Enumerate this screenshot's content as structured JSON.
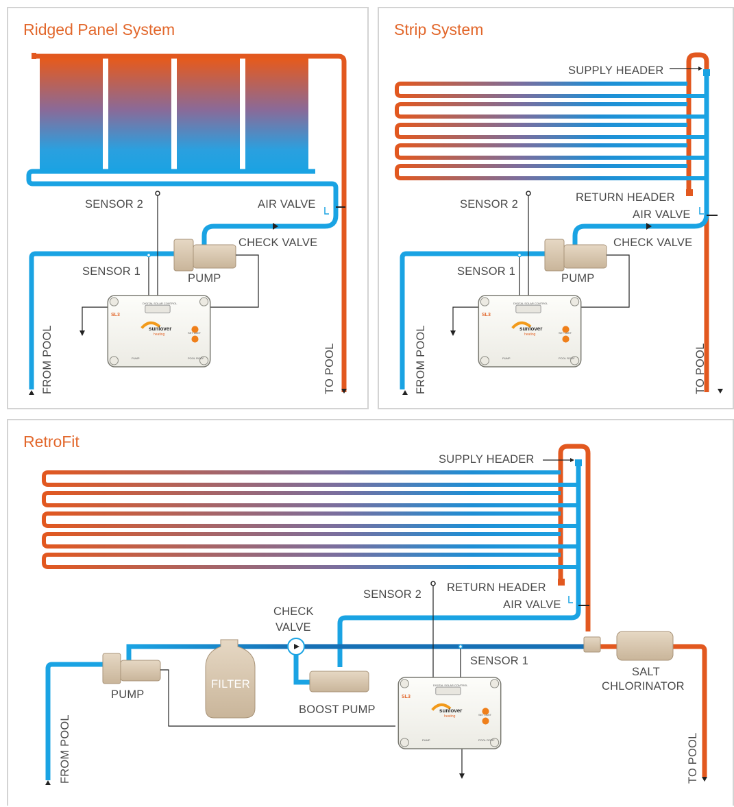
{
  "colors": {
    "hot": "#e2581f",
    "cold": "#1aa3e3",
    "equipment": "#d8c6ad",
    "frame": "#d3d3d3",
    "title": "#e2672b"
  },
  "panels": {
    "ridged": {
      "title": "Ridged Panel System",
      "labels": {
        "sensor2": "SENSOR 2",
        "air_valve": "AIR VALVE",
        "check_valve": "CHECK VALVE",
        "sensor1": "SENSOR 1",
        "pump": "PUMP",
        "from_pool": "FROM POOL",
        "to_pool": "TO POOL"
      }
    },
    "strip": {
      "title": "Strip System",
      "labels": {
        "supply_header": "SUPPLY HEADER",
        "return_header": "RETURN HEADER",
        "sensor2": "SENSOR 2",
        "air_valve": "AIR VALVE",
        "check_valve": "CHECK VALVE",
        "sensor1": "SENSOR 1",
        "pump": "PUMP",
        "from_pool": "FROM POOL",
        "to_pool": "TO POOL"
      }
    },
    "retrofit": {
      "title": "RetroFit",
      "labels": {
        "supply_header": "SUPPLY HEADER",
        "sensor2": "SENSOR 2",
        "return_header": "RETURN HEADER",
        "check": "CHECK",
        "valve": "VALVE",
        "air_valve": "AIR VALVE",
        "sensor1": "SENSOR 1",
        "pump": "PUMP",
        "filter": "FILTER",
        "boost_pump": "BOOST PUMP",
        "salt": "SALT",
        "chlorinator": "CHLORINATOR",
        "from_pool": "FROM POOL",
        "to_pool": "TO POOL"
      }
    }
  },
  "controller": {
    "header": "DIGITAL SOLAR CONTROL",
    "model": "SL3",
    "brand": "sunlover",
    "brand_sub": "heating",
    "set_limit": "SET LIMIT",
    "pump_label": "PUMP",
    "pool_roof": "POOL ROOF"
  }
}
